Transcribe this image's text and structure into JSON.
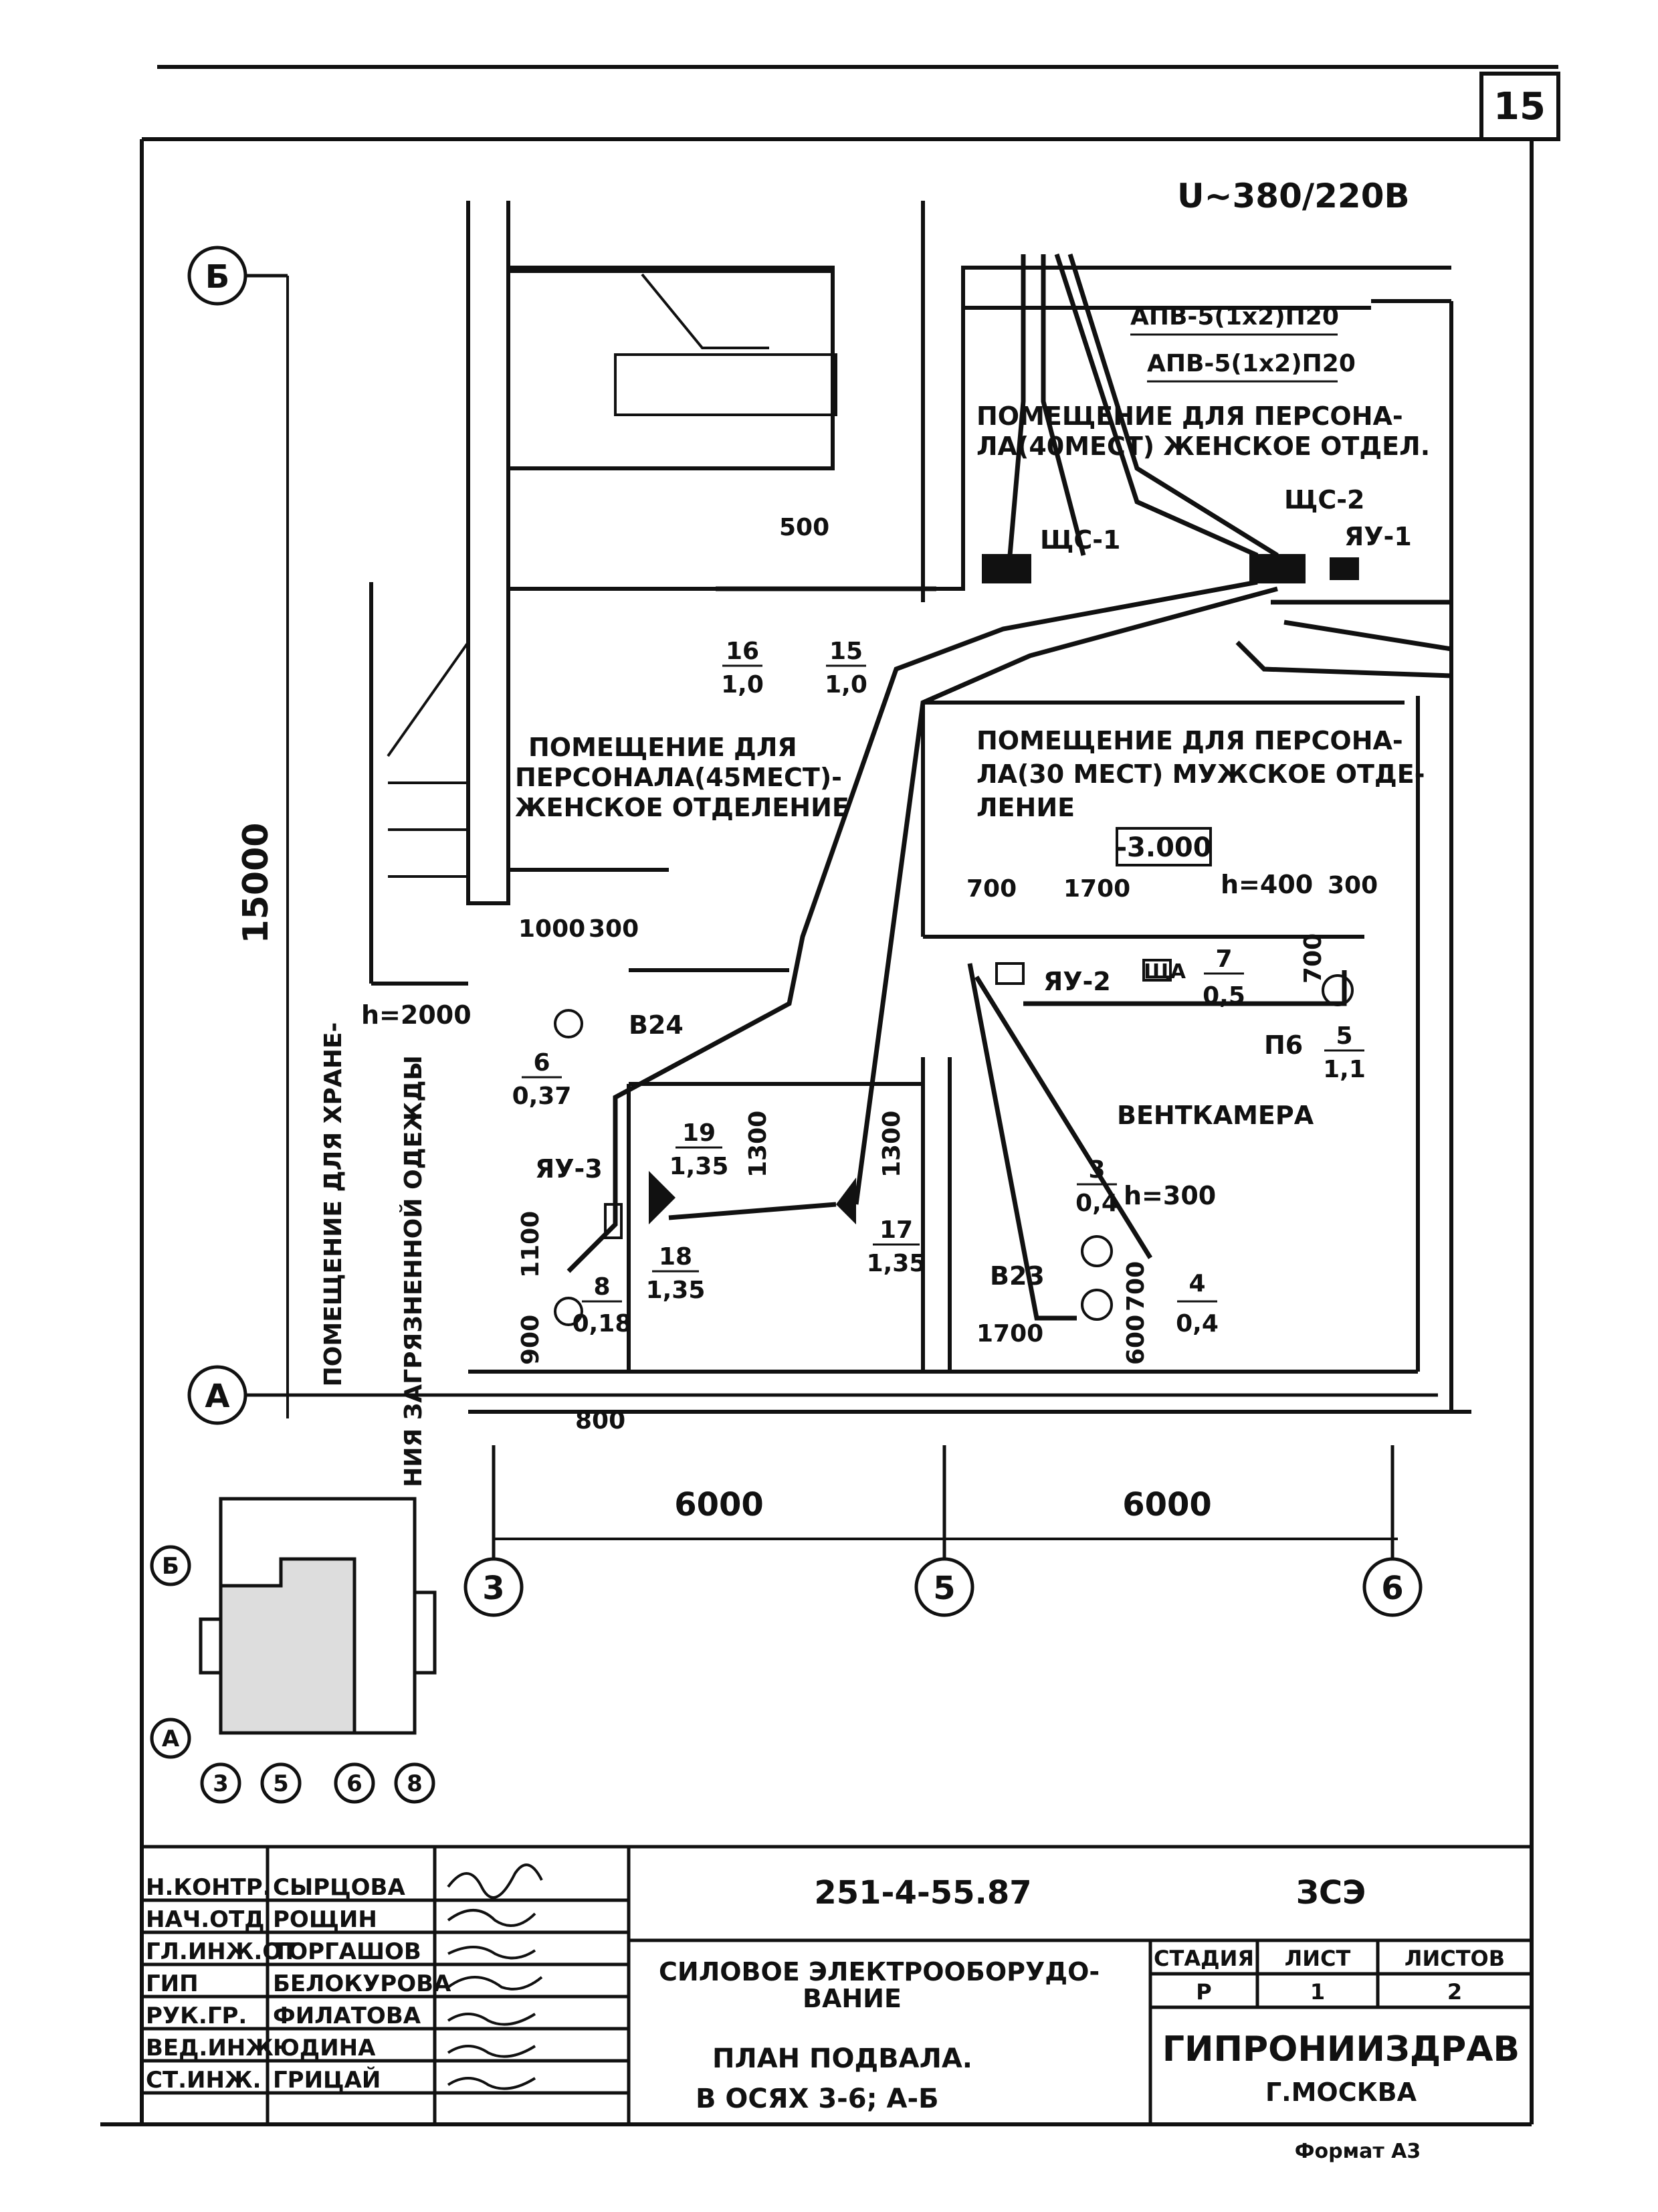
{
  "sheet_number": "15",
  "voltage": "U~380/220В",
  "axes": {
    "B": "Б",
    "A": "А",
    "n3": "3",
    "n5": "5",
    "n6": "6",
    "n8": "8"
  },
  "dimensions": {
    "overall_vertical": "15000",
    "span_3_5": "6000",
    "span_5_6": "6000",
    "d500": "500",
    "d1000": "1000",
    "d300a": "300",
    "d700a": "700",
    "d1700a": "1700",
    "d300b": "300",
    "d700b": "700",
    "d1300a": "1300",
    "d1300b": "1300",
    "d1100": "1100",
    "d900": "900",
    "d800": "800",
    "d1700b": "1700",
    "d700c": "700",
    "d600": "600",
    "level": "-3.000"
  },
  "heights": {
    "h2000": "h=2000",
    "h400": "h=400",
    "h300": "h=300"
  },
  "cables": {
    "c1": "АПВ-5(1х2)П20",
    "c2": "АПВ-5(1х2)П20"
  },
  "rooms": {
    "room1": [
      "ПОМЕЩЕНИЕ ДЛЯ ПЕРСОНА-",
      "ЛА(40МЕСТ) ЖЕНСКОЕ ОТДЕЛ."
    ],
    "room2": [
      "ПОМЕЩЕНИЕ ДЛЯ",
      "ПЕРСОНАЛА(45МЕСТ)-",
      "ЖЕНСКОЕ ОТДЕЛЕНИЕ"
    ],
    "room3": [
      "ПОМЕЩЕНИЕ ДЛЯ ПЕРСОНА-",
      "ЛА(30 МЕСТ) МУЖСКОЕ ОТДЕ-",
      "ЛЕНИЕ"
    ],
    "room4": "ВЕНТКАМЕРА",
    "storage_line1": "ПОМЕЩЕНИЕ ДЛЯ ХРАНЕ-",
    "storage_line2": "НИЯ ЗАГРЯЗНЕННОЙ ОДЕЖДЫ"
  },
  "equipment": {
    "shs1": "ЩС-1",
    "shs2": "ЩС-2",
    "yau1": "ЯУ-1",
    "yau2": "ЯУ-2",
    "yau3": "ЯУ-3",
    "sha": "ЩА",
    "b24": "В24",
    "b23": "В23",
    "p6": "П6"
  },
  "loads": [
    {
      "n": "16",
      "p": "1,0"
    },
    {
      "n": "15",
      "p": "1,0"
    },
    {
      "n": "7",
      "p": "0,5"
    },
    {
      "n": "5",
      "p": "1,1"
    },
    {
      "n": "6",
      "p": "0,37"
    },
    {
      "n": "19",
      "p": "1,35"
    },
    {
      "n": "18",
      "p": "1,35"
    },
    {
      "n": "17",
      "p": "1,35"
    },
    {
      "n": "3",
      "p": "0,4"
    },
    {
      "n": "4",
      "p": "0,4"
    },
    {
      "n": "8",
      "p": "0,18"
    }
  ],
  "title_block": {
    "doc_code": "251-4-55.87",
    "mark": "ЗСЭ",
    "roles": [
      "Н.КОНТР.",
      "НАЧ.ОТД",
      "ГЛ.ИНЖ.ОТ",
      "ГИП",
      "РУК.ГР.",
      "ВЕД.ИНЖ",
      "СТ.ИНЖ."
    ],
    "names": [
      "СЫРЦОВА",
      "РОЩИН",
      "ТОРГАШОВ",
      "БЕЛОКУРОВА",
      "ФИЛАТОВА",
      "ЮДИНА",
      "ГРИЦАЙ"
    ],
    "title1": "СИЛОВОЕ ЭЛЕКТРООБОРУДО-",
    "title2": "ВАНИЕ",
    "title3": "ПЛАН ПОДВАЛА.",
    "title4": "В ОСЯХ 3-6; А-Б",
    "stage_h": "СТАДИЯ",
    "sheet_h": "ЛИСТ",
    "sheets_h": "ЛИСТОВ",
    "stage": "Р",
    "sheet": "1",
    "sheets": "2",
    "org": "ГИПРОНИИЗДРАВ",
    "city": "Г.МОСКВА"
  },
  "format": "Формат А3"
}
